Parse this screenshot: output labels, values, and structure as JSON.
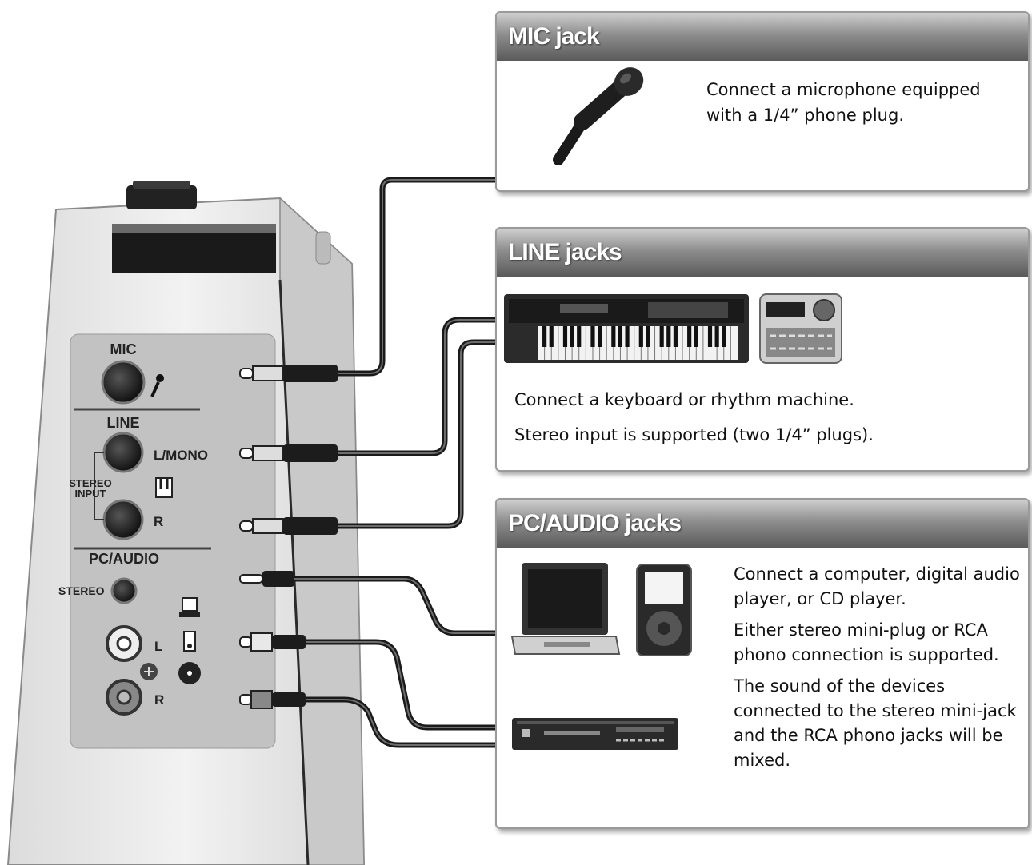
{
  "device_panel": {
    "mic_label": "MIC",
    "line_label": "LINE",
    "l_mono_label": "L/MONO",
    "stereo_input_label_1": "STEREO",
    "stereo_input_label_2": "INPUT",
    "r_label": "R",
    "pc_audio_label": "PC/AUDIO",
    "stereo_label": "STEREO",
    "rca_l_label": "L",
    "rca_r_label": "R"
  },
  "boxes": {
    "mic": {
      "title": "MIC jack",
      "text": "Connect a microphone equipped with a 1/4” phone plug."
    },
    "line": {
      "title": "LINE jacks",
      "text1": "Connect a keyboard or rhythm machine.",
      "text2": "Stereo input is supported (two 1/4” plugs)."
    },
    "pc_audio": {
      "title": "PC/AUDIO jacks",
      "text1": "Connect a computer, digital audio player, or CD player.",
      "text2": "Either stereo mini-plug or RCA phono connection is supported.",
      "text3": "The sound of the devices connected to the stereo mini-jack and the RCA phono jacks will be mixed."
    }
  }
}
